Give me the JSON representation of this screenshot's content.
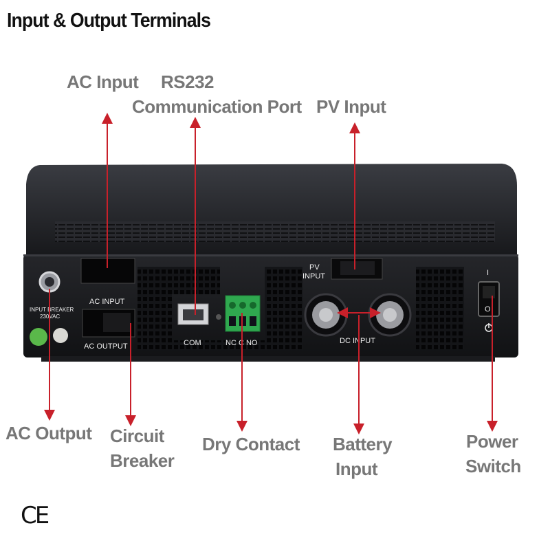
{
  "title": "Input & Output Terminals",
  "callouts": {
    "ac_input": "AC Input",
    "rs232_line1": "RS232",
    "rs232_line2": "Communication Port",
    "pv_input": "PV Input",
    "ac_output": "AC Output",
    "circuit_breaker_line1": "Circuit",
    "circuit_breaker_line2": "Breaker",
    "dry_contact": "Dry Contact",
    "battery_line1": "Battery",
    "battery_line2": "Input",
    "power_line1": "Power",
    "power_line2": "Switch"
  },
  "panel_labels": {
    "ac_input": "AC  INPUT",
    "ac_output": "AC  OUTPUT",
    "com": "COM",
    "dry_contact": "NC C NO",
    "pv_line1": "PV",
    "pv_line2": "INPUT",
    "dc_input": "DC  INPUT",
    "breaker_line1": "INPUT BREAKER",
    "breaker_line2": "230VAC",
    "switch_on": "I",
    "switch_off": "O"
  },
  "ce_mark": "CE",
  "colors": {
    "arrow": "#c8202a",
    "callout_text": "#777777",
    "chassis": "#1e1f23",
    "terminal_green": "#2fa84f"
  }
}
